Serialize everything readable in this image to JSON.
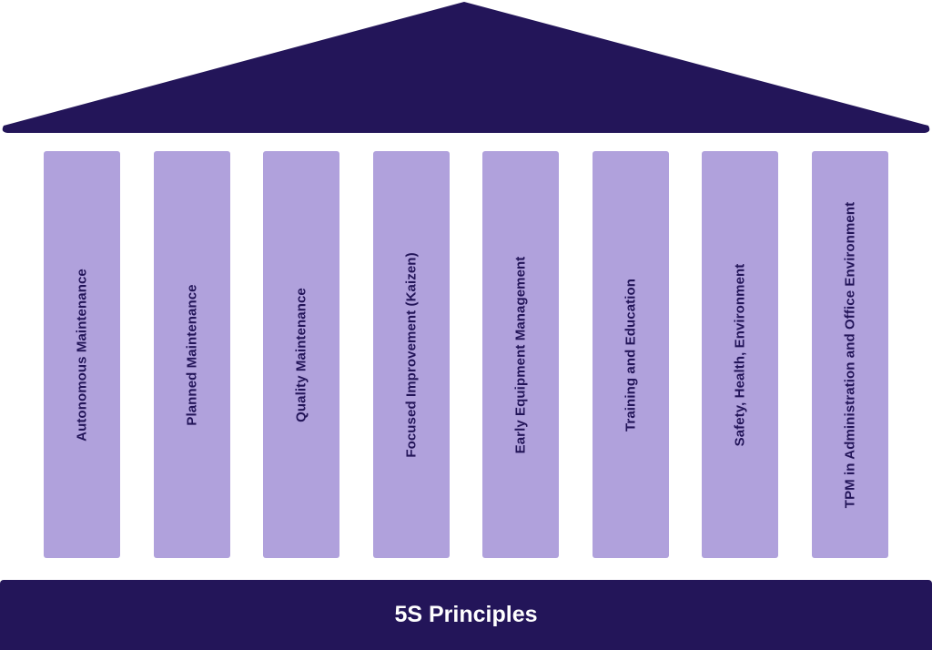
{
  "colors": {
    "roof": "#231559",
    "base": "#231559",
    "pillar": "#b0a1dc",
    "pillar_text": "#231559",
    "base_text": "#ffffff"
  },
  "pillars": [
    {
      "label": "Autonomous Maintenance"
    },
    {
      "label": "Planned Maintenance"
    },
    {
      "label": "Quality Maintenance"
    },
    {
      "label": "Focused Improvement (Kaizen)"
    },
    {
      "label": "Early Equipment Management"
    },
    {
      "label": "Training and Education"
    },
    {
      "label": "Safety, Health, Environment"
    },
    {
      "label": "TPM in Administration and Office Environment"
    }
  ],
  "base": {
    "label": "5S Principles"
  }
}
